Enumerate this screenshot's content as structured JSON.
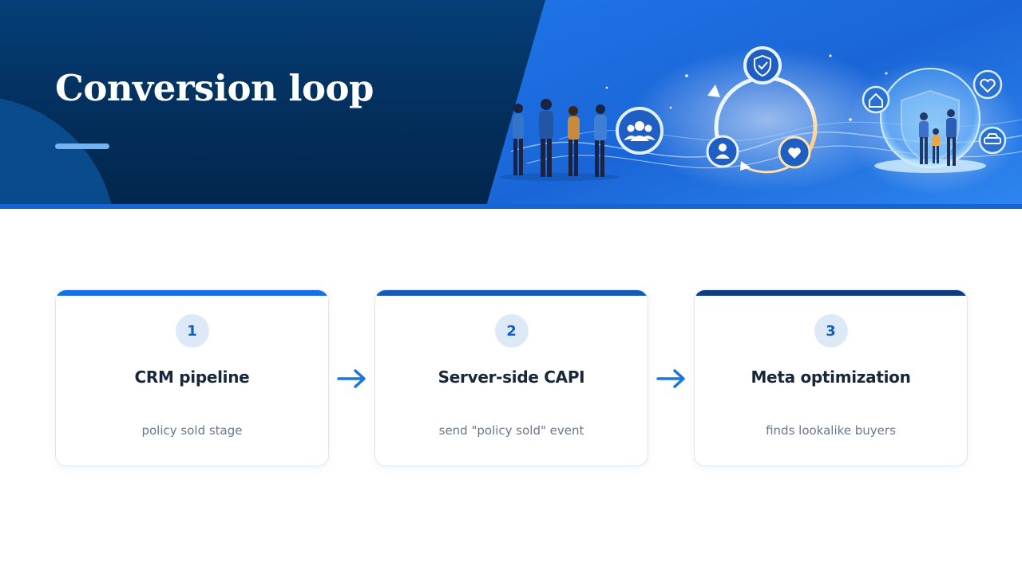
{
  "header": {
    "title": "Conversion loop"
  },
  "steps": [
    {
      "number": "1",
      "title": "CRM pipeline",
      "subtitle": "policy sold stage",
      "accent": "#1570e0"
    },
    {
      "number": "2",
      "title": "Server-side CAPI",
      "subtitle": "send \"policy sold\" event",
      "accent": "#1659b6"
    },
    {
      "number": "3",
      "title": "Meta optimization",
      "subtitle": "finds lookalike buyers",
      "accent": "#0c3d7c"
    }
  ],
  "colors": {
    "header_dark": "#03305d",
    "header_bright": "#1a6fe0",
    "arrow": "#1876dc",
    "badge_bg": "#dde9f7",
    "badge_text": "#1560b7"
  },
  "illustration_icons": [
    "people-group-icon",
    "shield-check-icon",
    "person-icon",
    "heart-icon",
    "house-icon",
    "heart-pulse-icon",
    "car-icon",
    "family-shield-icon"
  ]
}
